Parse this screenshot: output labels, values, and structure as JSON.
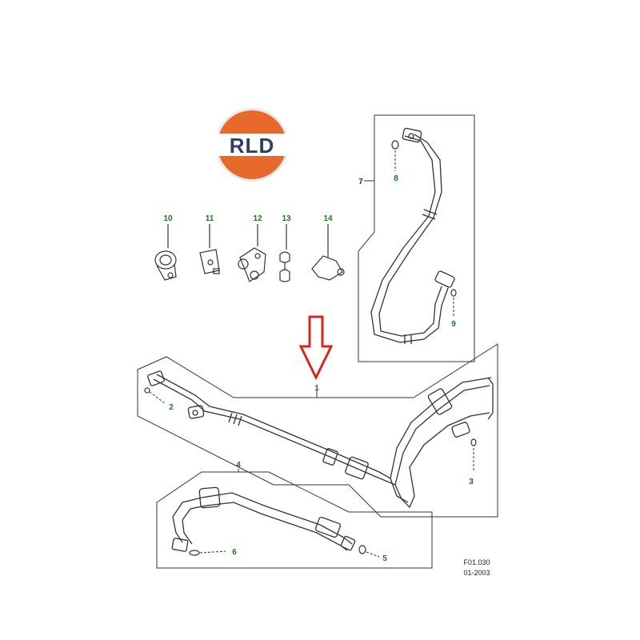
{
  "logo": {
    "text": "RLD",
    "orange": "#e8692c",
    "navy": "#2b3f6b"
  },
  "colors": {
    "callout_green": "#1a7a1a",
    "callout_navy": "#1c2a6e",
    "arrow_red": "#d8261f",
    "line": "#333333"
  },
  "callouts": {
    "c1": "1",
    "c2": "2",
    "c3": "3",
    "c4": "4",
    "c5": "5",
    "c6": "6",
    "c7": "7",
    "c8": "8",
    "c9": "9",
    "c10": "10",
    "c11": "11",
    "c12": "12",
    "c13": "13",
    "c14": "14"
  },
  "footer": {
    "figure_ref": "F01.030",
    "date": "01-2003"
  },
  "pointer": {
    "icon": "down-arrow-icon"
  }
}
